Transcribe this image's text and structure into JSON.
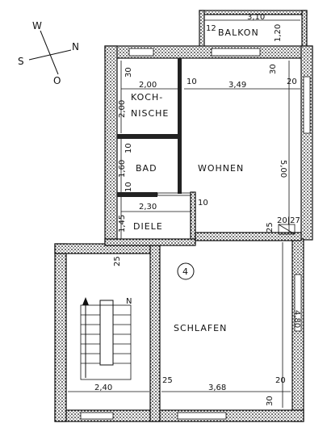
{
  "compass": {
    "north": "N",
    "south": "S",
    "west": "W",
    "east": "O"
  },
  "rooms": {
    "balkon": "BALKON",
    "kochnische_1": "KOCH-",
    "kochnische_2": "NISCHE",
    "bad": "BAD",
    "wohnen": "WOHNEN",
    "diele": "DIELE",
    "schlafen": "SCHLAFEN",
    "unit_number": "4",
    "stair_marker": "N"
  },
  "dimensions": {
    "balkon_width": "3,10",
    "balkon_left": "12",
    "balkon_depth": "1,20",
    "top_wall_left": "30",
    "top_wall_right": "30",
    "koch_width": "2,00",
    "koch_depth": "2,00",
    "wall_10_a": "10",
    "wohnen_width": "3,49",
    "wohnen_right": "20",
    "wohnen_depth": "5,00",
    "bad_top": "10",
    "bad_depth": "1,60",
    "bad_bottom": "10",
    "diele_width": "2,30",
    "diele_right": "10",
    "diele_depth": "1,45",
    "wall_25_a": "25",
    "wall_20_27": "20|27",
    "stair_wall": "25",
    "schlafen_depth": "4,80",
    "stair_width": "2,40",
    "schlafen_left": "25",
    "schlafen_width": "3,68",
    "schlafen_right": "20",
    "bottom_wall": "30"
  }
}
